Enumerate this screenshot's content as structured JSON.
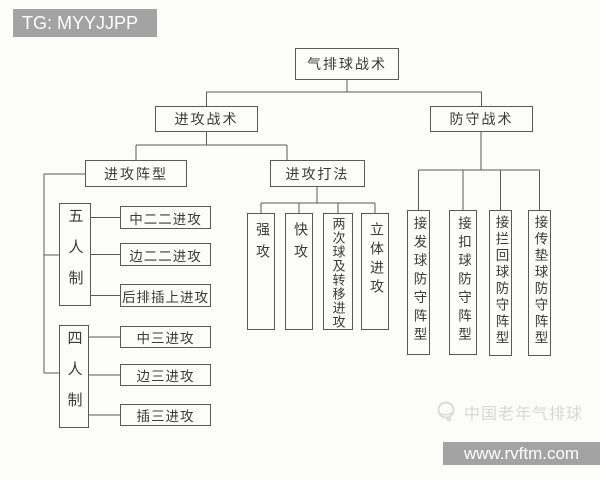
{
  "colors": {
    "badge_bg": "#a3a3a3",
    "line": "#5a5a5a",
    "node_text": "#3a3a3a",
    "watermark_text": "#d8d8d3",
    "page_bg": "#fcfcfb"
  },
  "badges": {
    "top_left_label": "TG: MYYJJPP",
    "bottom_right_label": "www.rvftm.com"
  },
  "watermark": {
    "label": "中国老年气排球"
  },
  "tree": {
    "root": "气排球战术",
    "offense": "进攻战术",
    "defense": "防守战术",
    "offense_formation": "进攻阵型",
    "offense_play": "进攻打法",
    "five_system": "五人制",
    "four_system": "四人制",
    "five_attacks": [
      "中二二进攻",
      "边二二进攻",
      "后排插上进攻"
    ],
    "four_attacks": [
      "中三进攻",
      "边三进攻",
      "插三进攻"
    ],
    "play_types": [
      "强攻",
      "快攻",
      "两次球及转移进攻",
      "立体进攻"
    ],
    "defense_formations": [
      "接发球防守阵型",
      "接扣球防守阵型",
      "接拦回球防守阵型",
      "接传垫球防守阵型"
    ]
  }
}
